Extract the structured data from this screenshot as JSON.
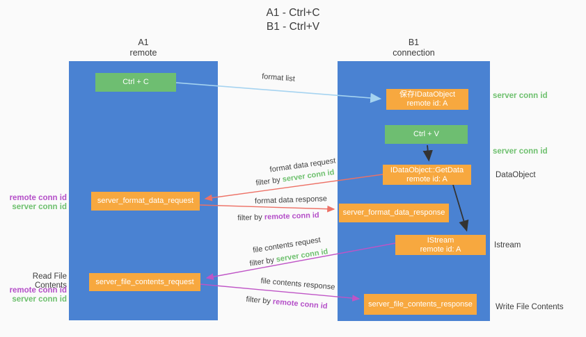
{
  "title": {
    "line1": "A1 - Ctrl+C",
    "line2": "B1 - Ctrl+V"
  },
  "columns": {
    "a1": {
      "name": "A1",
      "subtitle": "remote"
    },
    "b1": {
      "name": "B1",
      "subtitle": "connection"
    }
  },
  "nodes": {
    "ctrl_c": {
      "label": "Ctrl + C"
    },
    "ctrl_v": {
      "label": "Ctrl + V"
    },
    "save_idataobject": {
      "line1": "保存IDataObject",
      "line2": "remote id: A"
    },
    "getdata": {
      "line1": "IDataObject::GetData",
      "line2": "remote id: A"
    },
    "istream": {
      "line1": "IStream",
      "line2": "remote id: A"
    },
    "server_format_data_request": {
      "label": "server_format_data_request"
    },
    "server_format_data_response": {
      "label": "server_format_data_response"
    },
    "server_file_contents_request": {
      "label": "server_file_contents_request"
    },
    "server_file_contents_response": {
      "label": "server_file_contents_response"
    }
  },
  "arrows": {
    "format_list": {
      "label": "format list"
    },
    "format_data_request": {
      "label": "format data request",
      "filter_prefix": "filter by",
      "filter_id": "server conn id"
    },
    "format_data_response": {
      "label": "format data response",
      "filter_prefix": "filter by",
      "filter_id": "remote conn id"
    },
    "file_contents_request": {
      "label": "file contents request",
      "filter_prefix": "filter by",
      "filter_id": "server conn id"
    },
    "file_contents_response": {
      "label": "file contents response",
      "filter_prefix": "filter by",
      "filter_id": "remote conn id"
    }
  },
  "left_annotations": {
    "format_group": {
      "remote_conn_id": "remote conn id",
      "server_conn_id": "server conn id"
    },
    "read_file_contents": "Read File Contents",
    "file_group": {
      "remote_conn_id": "remote conn id",
      "server_conn_id": "server conn id"
    }
  },
  "right_annotations": {
    "server_conn_id_top": "server conn id",
    "server_conn_id_mid": "server conn id",
    "dataobject": "DataObject",
    "istream": "Istream",
    "write_file_contents": "Write File Contents"
  },
  "colors": {
    "column_blue": "#4a82d2",
    "box_green": "#6ebe71",
    "box_orange": "#f7a83f",
    "arrow_light_blue": "#a5d3f0",
    "arrow_red": "#ed7166",
    "arrow_magenta": "#bf54c6",
    "arrow_black": "#333333",
    "text_green": "#6ec06e",
    "text_purple": "#b44fc8",
    "divider_black": "#2d2d2d"
  }
}
